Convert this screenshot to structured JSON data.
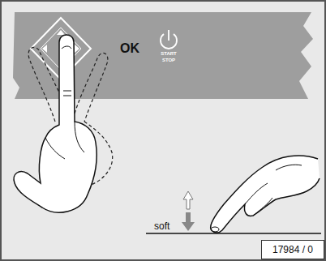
{
  "diagram": {
    "nodes": [
      {
        "text": [
          "OK",
          "START STOP"
        ]
      },
      {
        "text": [
          "17984 / 0"
        ]
      }
    ],
    "labels": [
      "soft"
    ]
  }
}
